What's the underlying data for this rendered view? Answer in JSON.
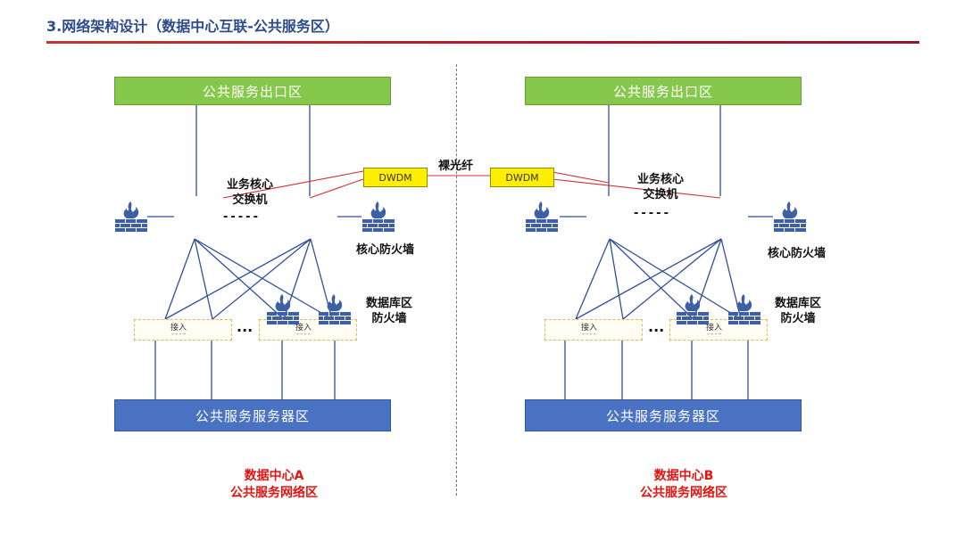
{
  "page": {
    "title": "3.网络架构设计（数据中心互联-公共服务区）"
  },
  "link": {
    "fiber_label": "裸光纤"
  },
  "colors": {
    "title": "#2d4a8a",
    "export_zone": "#86c84b",
    "server_zone": "#4a72c3",
    "dwdm": "#ffee00",
    "red_link": "#d03030",
    "zone_label": "#e3140f"
  },
  "datacenters": [
    {
      "export_zone": "公共服务出口区",
      "server_zone": "公共服务服务器区",
      "core_switch_label": "业务核心\n交换机",
      "core_firewall_label": "核心防火墙",
      "db_firewall_label": "数据库区\n防火墙",
      "access_label": "接入",
      "dwdm_label": "DWDM",
      "zone_label_line1": "数据中心A",
      "zone_label_line2": "公共服务网络区"
    },
    {
      "export_zone": "公共服务出口区",
      "server_zone": "公共服务服务器区",
      "core_switch_label": "业务核心\n交换机",
      "core_firewall_label": "核心防火墙",
      "db_firewall_label": "数据库区\n防火墙",
      "access_label": "接入",
      "dwdm_label": "DWDM",
      "zone_label_line1": "数据中心B",
      "zone_label_line2": "公共服务网络区"
    }
  ],
  "icons": {
    "firewall": "firewall-icon"
  }
}
